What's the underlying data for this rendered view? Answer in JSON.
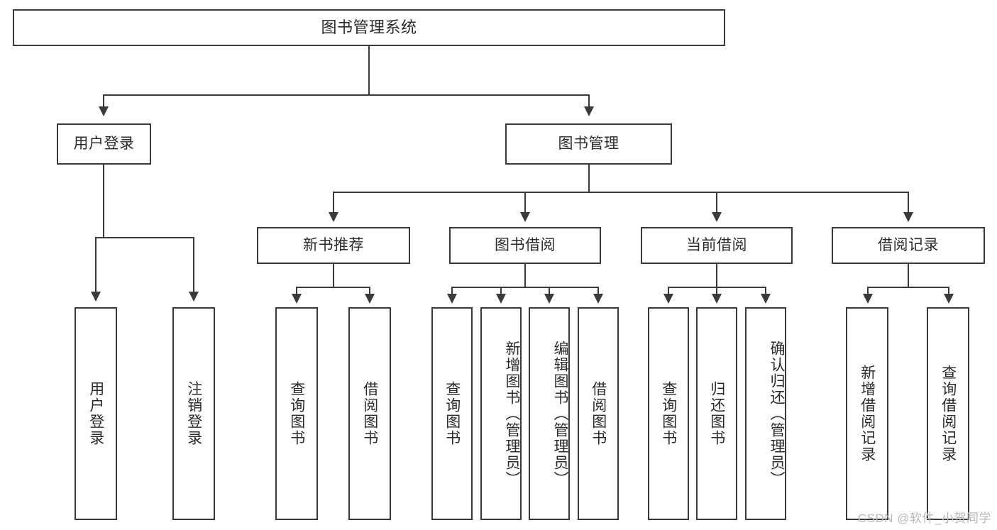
{
  "diagram": {
    "type": "tree",
    "title": "图书管理系统",
    "root": {
      "label": "图书管理系统"
    },
    "level2": [
      {
        "label": "用户登录"
      },
      {
        "label": "图书管理"
      }
    ],
    "level3": [
      {
        "label": "新书推荐"
      },
      {
        "label": "图书借阅"
      },
      {
        "label": "当前借阅"
      },
      {
        "label": "借阅记录"
      }
    ],
    "leaves": {
      "user_login": [
        {
          "label": "用户登录"
        },
        {
          "label": "注销登录"
        }
      ],
      "new_book_recommend": [
        {
          "label": "查询图书"
        },
        {
          "label": "借阅图书"
        }
      ],
      "book_borrow": [
        {
          "label": "查询图书"
        },
        {
          "label": "新增图书（管理员）"
        },
        {
          "label": "编辑图书（管理员）"
        },
        {
          "label": "借阅图书"
        }
      ],
      "current_borrow": [
        {
          "label": "查询图书"
        },
        {
          "label": "归还图书"
        },
        {
          "label": "确认归还（管理员）"
        }
      ],
      "borrow_record": [
        {
          "label": "新增借阅记录"
        },
        {
          "label": "查询借阅记录"
        }
      ]
    }
  },
  "watermark": {
    "text": "CSDN @软件_小贺同学"
  },
  "colors": {
    "background": "#ffffff",
    "box_border": "#3a3a3a",
    "connector": "#3a3a3a",
    "text": "#2b2b2b",
    "watermark": "#b9b9b9"
  }
}
